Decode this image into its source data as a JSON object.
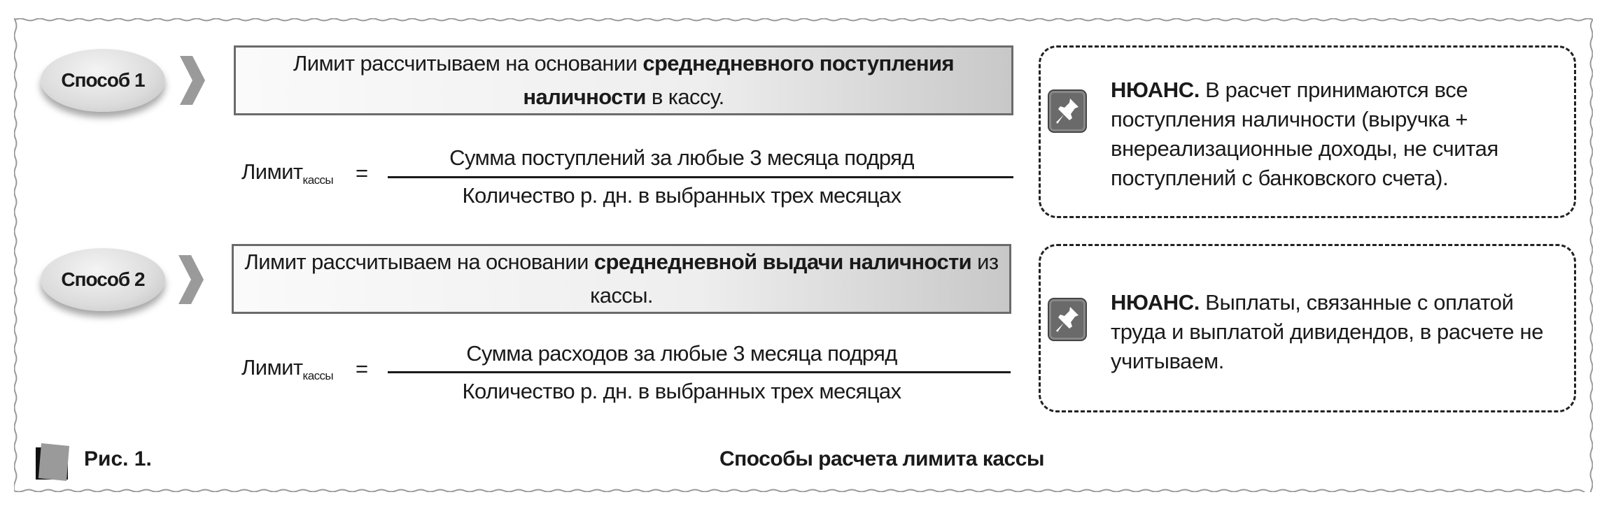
{
  "methods": [
    {
      "label": "Способ 1",
      "box_text_before": "Лимит рассчитываем на основании ",
      "box_text_bold": "среднедневного поступления наличности",
      "box_text_after": " в кассу.",
      "formula": {
        "lhs": "Лимит",
        "lhs_sub": "кассы",
        "eq": "=",
        "numerator": "Сумма поступлений за любые 3 месяца подряд",
        "denominator": "Количество р. дн. в выбранных трех месяцах"
      },
      "note": {
        "title": "НЮАНС.",
        "text": " В расчет принимаются все поступления наличности (выручка + внереализационные доходы, не считая поступлений с банковского счета)."
      }
    },
    {
      "label": "Способ 2",
      "box_text_before": "Лимит рассчитываем на основании ",
      "box_text_bold": "среднедневной выдачи наличности",
      "box_text_after": " из кассы.",
      "formula": {
        "lhs": "Лимит",
        "lhs_sub": "кассы",
        "eq": "=",
        "numerator": "Сумма расходов за любые 3 месяца подряд",
        "denominator": "Количество р. дн. в выбранных трех месяцах"
      },
      "note": {
        "title": "НЮАНС.",
        "text": " Выплаты, связанные с оплатой труда и выплатой дивидендов, в расчете не учитываем."
      }
    }
  ],
  "figure": {
    "label": "Рис. 1.",
    "caption": "Способы расчета лимита кассы"
  }
}
